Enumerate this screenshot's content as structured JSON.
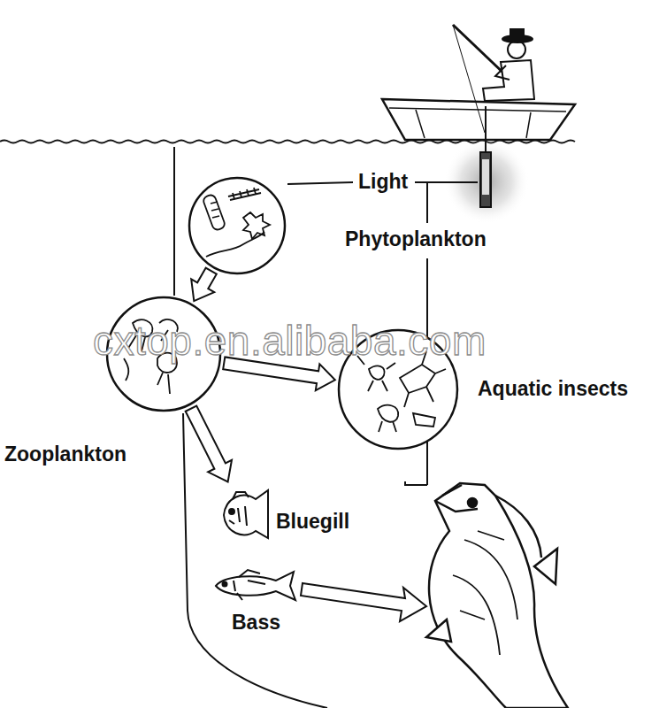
{
  "diagram": {
    "nodes": [
      {
        "text": [
          "Phytoplankton"
        ]
      },
      {
        "text": [
          "Zooplankton"
        ]
      },
      {
        "text": [
          "Aquatic insects"
        ]
      },
      {
        "text": [
          "Bluegill"
        ]
      },
      {
        "text": [
          "Bass"
        ]
      }
    ],
    "edges": [
      {
        "from": 0,
        "to": 1,
        "arrow": "to"
      },
      {
        "from": 1,
        "to": 2,
        "arrow": "to"
      },
      {
        "from": 1,
        "to": 3,
        "arrow": "to"
      }
    ],
    "labels": [
      "Light",
      "cxtop.en.alibaba.com"
    ]
  }
}
